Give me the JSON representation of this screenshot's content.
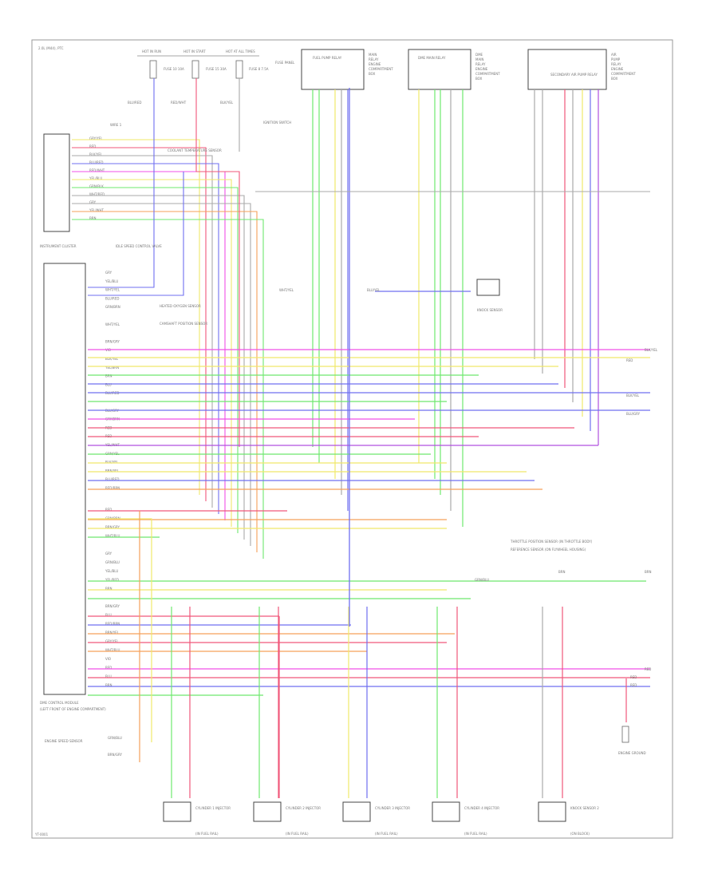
{
  "diagram": {
    "corner_label": "2.0L (M44), PTC",
    "footer_id": "YT-0001",
    "colors": {
      "red": "#f0577a",
      "blue": "#6f6ff0",
      "green": "#6ee86e",
      "yellow": "#f0e86a",
      "magenta": "#f050e8",
      "orange": "#f5a05a",
      "violet": "#b050e0",
      "gray": "#aaaaaa"
    },
    "fuses": [
      {
        "label": "HOT IN RUN",
        "name": "FUSE 10 10A"
      },
      {
        "label": "HOT IN START",
        "name": "FUSE 15 30A"
      },
      {
        "label": "HOT AT ALL TIMES",
        "name": "FUSE 8 7.5A"
      }
    ],
    "fuse_note": "FUSE PANEL",
    "top_wires": [
      "BLU/RED",
      "RED/WHT",
      "BLK/YEL"
    ],
    "relays": [
      {
        "title": "FUEL PUMP RELAY",
        "lines": [
          "MAIN",
          "RELAY",
          "ENGINE",
          "COMPARTMENT",
          "BOX"
        ]
      },
      {
        "title": "DME MAIN RELAY",
        "lines": [
          "DME",
          "MAIN",
          "RELAY",
          "ENGINE",
          "COMPARTMENT",
          "BOX"
        ]
      },
      {
        "title": "SECONDARY AIR PUMP RELAY",
        "lines": [
          "AIR",
          "PUMP",
          "RELAY",
          "ENGINE",
          "COMPARTMENT",
          "BOX"
        ]
      }
    ],
    "connector_top": "INSTRUMENT CLUSTER",
    "connector_main": "DME CONTROL MODULE",
    "connector_main_sub": "(LEFT FRONT OF ENGINE COMPARTMENT)",
    "splice_a": "WIRE 1",
    "top_pins": [
      "GRY/YEL",
      "RED",
      "BLK/YEL",
      "BLU/RED",
      "RED/WHT",
      "YEL/BLU",
      "GRN/BLK",
      "WHT/RED",
      "GRY",
      "YEL/WHT",
      "BRN"
    ],
    "pins": [
      "GRY",
      "YEL/BLU",
      "WHT/YEL",
      "BLU/RED",
      "GRN/BRN",
      "",
      "WHT/YEL",
      "",
      "BRN/GRY",
      "VIO",
      "BLK/YEL",
      "YEL/BRN",
      "BRN",
      "BLU",
      "BLU/RED",
      "",
      "BLU/GRY",
      "GRY/BRN",
      "RED",
      "RED",
      "YEL/WHT",
      "GRN/YEL",
      "BLK/YEL",
      "BRN/YEL",
      "BLU/RED",
      "RED/BRN"
    ],
    "pins2": [
      "RED",
      "GRN/BRN",
      "BRN/GRY",
      "WHT/BLU",
      "",
      "GRY",
      "GRN/BLU",
      "YEL/BLU",
      "YEL/RED",
      "BRN",
      "",
      "BRN/GRY",
      "BLU",
      "RED/BRN",
      "BRN/YEL",
      "GRY/YEL",
      "WHT/BLU",
      "VIO",
      "RED",
      "BLU",
      "BRN"
    ],
    "annotations": [
      {
        "text": "IGNITION SWITCH"
      },
      {
        "text": "COOLANT TEMPERATURE SENSOR"
      },
      {
        "text": "IDLE SPEED CONTROL VALVE"
      },
      {
        "text": "HEATED OXYGEN SENSOR"
      },
      {
        "text": "CAMSHAFT POSITION SENSOR"
      }
    ],
    "right_labels": [
      "BLK/YEL",
      "RED",
      "BLK/YEL",
      "BLU/GRY",
      "BLU/GRY",
      "BRN",
      "RED",
      "RED",
      "RED"
    ],
    "mid_label_blu": "BLU/YEL",
    "mid_label_yel": "WHT/YEL",
    "sensor_right": "KNOCK SENSOR",
    "tank_sensor": "THROTTLE POSITION SENSOR (IN THROTTLE BODY)",
    "bottom_left": "ENGINE SPEED SENSOR",
    "bottom_left_wires": [
      "GRN/BLU",
      "BRN/GRY"
    ],
    "ground": "ENGINE GROUND",
    "bottom_components": [
      {
        "title": "CYLINDER 1 INJECTOR",
        "sub": "(IN FUEL RAIL)"
      },
      {
        "title": "CYLINDER 2 INJECTOR",
        "sub": "(IN FUEL RAIL)"
      },
      {
        "title": "CYLINDER 3 INJECTOR",
        "sub": "(IN FUEL RAIL)"
      },
      {
        "title": "CYLINDER 4 INJECTOR",
        "sub": "(IN FUEL RAIL)"
      },
      {
        "title": "KNOCK SENSOR 2",
        "sub": "(ON BLOCK)"
      }
    ],
    "reference_sensor": "REFERENCE SENSOR (ON FLYWHEEL HOUSING)",
    "ref_wire_left": "GRN/BLU",
    "ref_wire_right": "BRN"
  }
}
